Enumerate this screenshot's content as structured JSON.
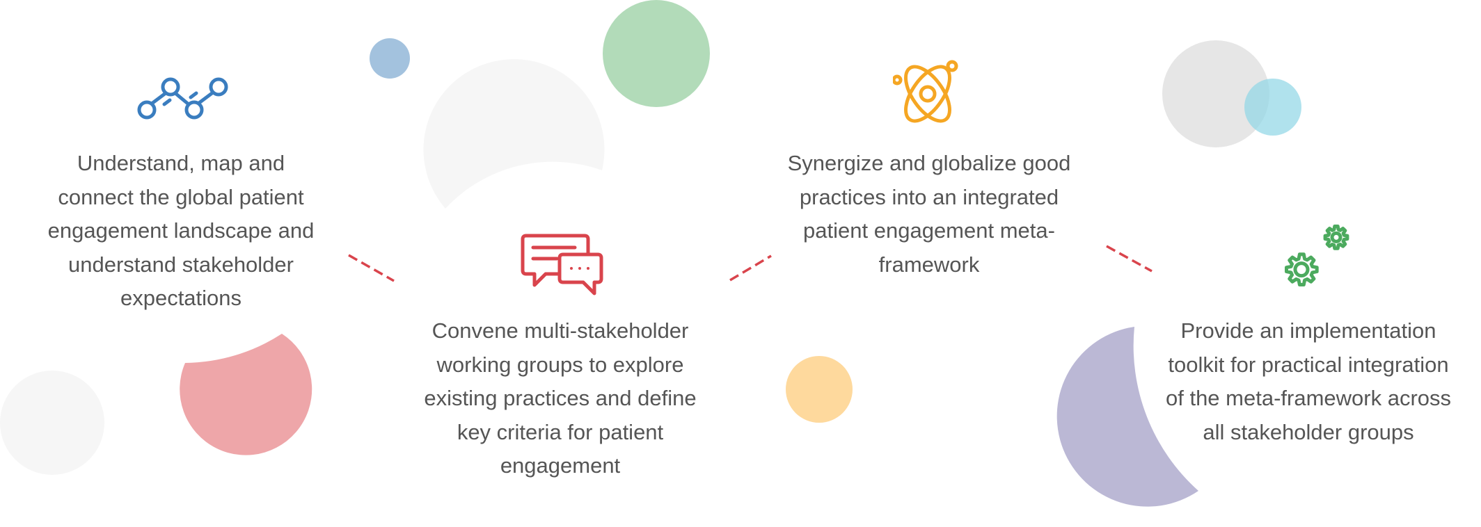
{
  "steps": [
    {
      "icon": "network-nodes-icon",
      "color": "#3a7dbf",
      "lines": [
        "Understand, map and",
        "connect the global patient",
        "engagement landscape and",
        "understand stakeholder",
        "expectations"
      ]
    },
    {
      "icon": "chat-bubbles-icon",
      "color": "#d9444c",
      "lines": [
        "Convene multi-stakeholder",
        "working groups to explore",
        "existing practices and define",
        "key criteria for patient",
        "engagement"
      ]
    },
    {
      "icon": "atom-icon",
      "color": "#f5a623",
      "lines": [
        "Synergize and globalize good",
        "practices into an integrated",
        "patient engagement meta-",
        "framework"
      ]
    },
    {
      "icon": "gears-icon",
      "color": "#4caa5e",
      "lines": [
        "Provide an implementation",
        "toolkit for practical integration",
        "of the meta-framework across",
        "all stakeholder groups"
      ]
    }
  ],
  "colors": {
    "connector": "#d9444c",
    "text": "#555555",
    "bubble_blue": "#a3c2de",
    "bubble_green": "#b2dbb9",
    "bubble_red": "#eea6a9",
    "bubble_orange": "#fed99d",
    "bubble_purple": "#bbb8d5",
    "bubble_cyan": "#a9dfe9",
    "bubble_gray": "#e6e6e6",
    "bubble_light": "#f6f6f6"
  }
}
